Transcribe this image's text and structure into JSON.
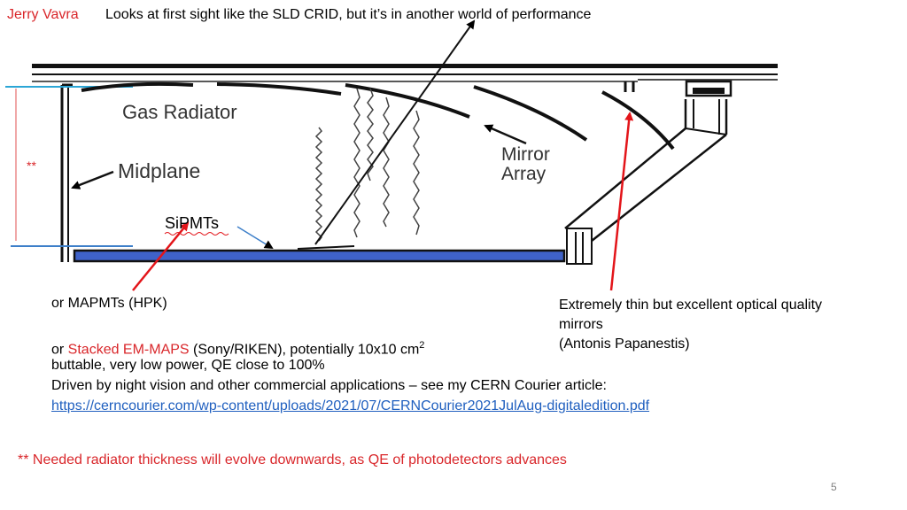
{
  "header": {
    "author": "Jerry Vavra",
    "title": "Looks at first sight like the SLD CRID, but it’s in another world of performance"
  },
  "diagram": {
    "gas_radiator": "Gas Radiator",
    "midplane": "Midplane",
    "mirror_line1": "Mirror",
    "mirror_line2": "Array",
    "sipmts": "SiPMTs",
    "double_star": "**"
  },
  "notes": {
    "mapmts": "or MAPMTs (HPK)",
    "mirrors_line1": "Extremely thin but excellent optical quality",
    "mirrors_line2": "mirrors",
    "mirrors_line3": "(Antonis Papanestis)",
    "stacked_prefix": "or ",
    "stacked_highlight": "Stacked EM-MAPS",
    "stacked_rest": " (Sony/RIKEN), potentially 10x10 cm",
    "stacked_sup": "2",
    "buttable": "buttable, very low power, QE close to 100%",
    "driven": "Driven by night vision and other commercial applications – see my CERN Courier article:",
    "link": "https://cerncourier.com/wp-content/uploads/2021/07/CERNCourier2021JulAug-digitaledition.pdf",
    "footnote": "**  Needed radiator thickness will evolve downwards, as QE of photodetectors advances"
  },
  "page_number": "5"
}
